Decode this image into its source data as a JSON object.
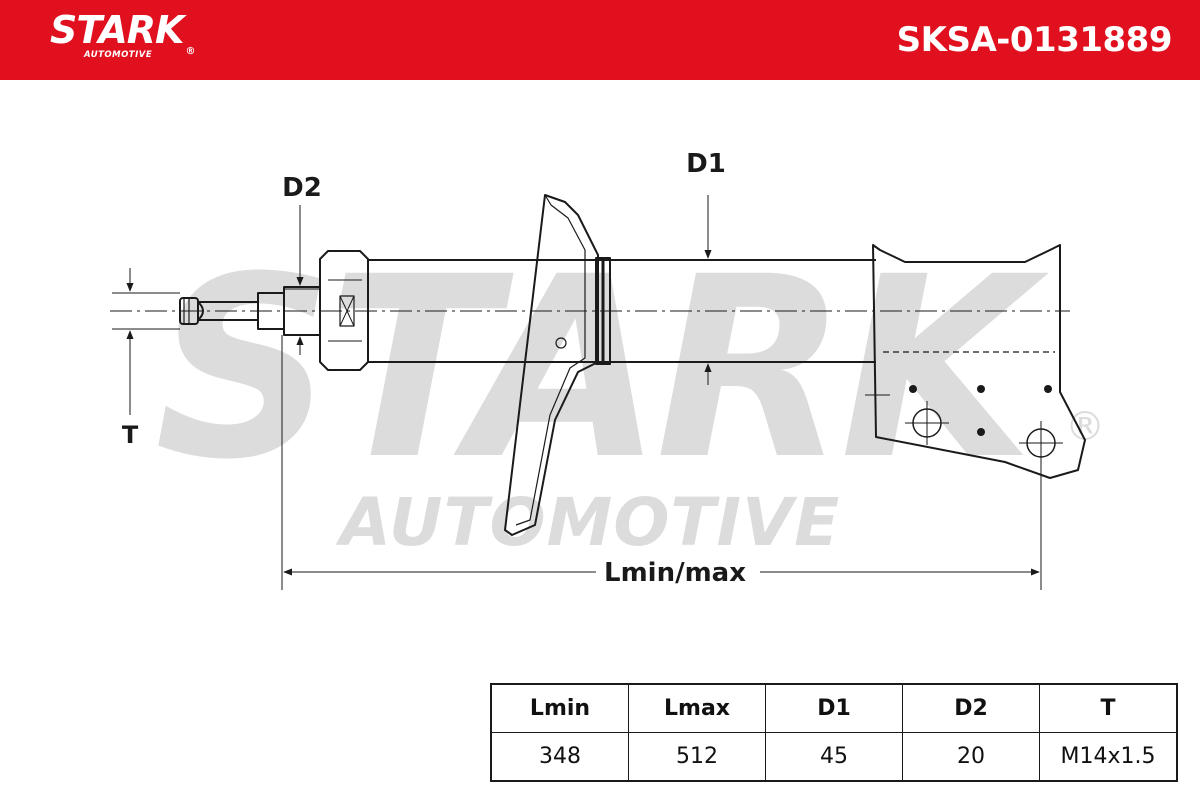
{
  "header": {
    "brand": "STARK",
    "brand_sub": "AUTOMOTIVE",
    "registered_mark": "®",
    "part_number": "SKSA-0131889",
    "background_color": "#e1101f",
    "text_color": "#ffffff"
  },
  "watermark": {
    "brand": "STARK",
    "sub": "AUTOMOTIVE",
    "registered_mark": "®",
    "color": "#dcdcdc"
  },
  "drawing": {
    "labels": {
      "d1": "D1",
      "d2": "D2",
      "t": "T",
      "length": "Lmin/max"
    },
    "line_color": "#1a1a1a"
  },
  "spec_table": {
    "headers": [
      "Lmin",
      "Lmax",
      "D1",
      "D2",
      "T"
    ],
    "values": [
      "348",
      "512",
      "45",
      "20",
      "M14x1.5"
    ]
  }
}
